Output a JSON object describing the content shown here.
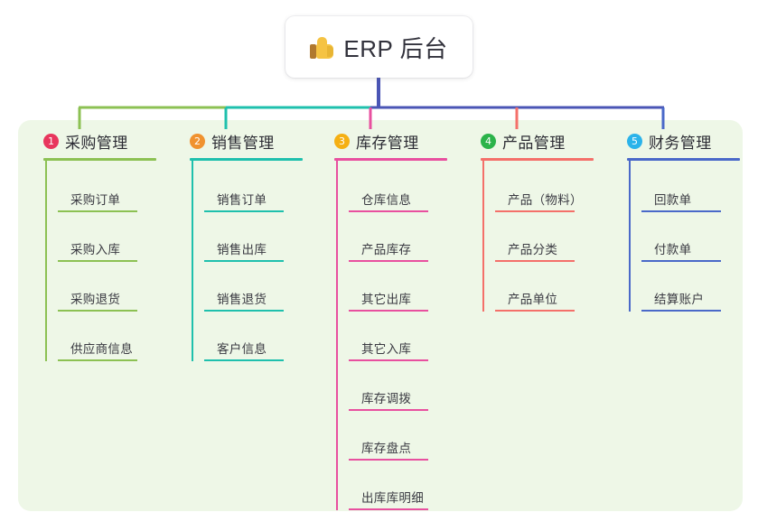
{
  "root": {
    "title": "ERP 后台",
    "icon": "thumbs-up-icon"
  },
  "palette": {
    "panel_bg": "#eef7e7",
    "page_bg": "#ffffff",
    "root_text": "#32323c",
    "leaf_text": "#3a3a42",
    "trunk": "#4a55b5"
  },
  "columns": [
    {
      "number": "1",
      "title": "采购管理",
      "badge_color": "#e8365d",
      "line_color": "#8cc153",
      "items": [
        "采购订单",
        "采购入库",
        "采购退货",
        "供应商信息"
      ]
    },
    {
      "number": "2",
      "title": "销售管理",
      "badge_color": "#f0922f",
      "line_color": "#1fc0ad",
      "items": [
        "销售订单",
        "销售出库",
        "销售退货",
        "客户信息"
      ]
    },
    {
      "number": "3",
      "title": "库存管理",
      "badge_color": "#f5b013",
      "line_color": "#e8509f",
      "items": [
        "仓库信息",
        "产品库存",
        "其它出库",
        "其它入库",
        "库存调拨",
        "库存盘点",
        "出库库明细"
      ]
    },
    {
      "number": "4",
      "title": "产品管理",
      "badge_color": "#2bb34a",
      "line_color": "#f4706a",
      "items": [
        "产品（物料）",
        "产品分类",
        "产品单位"
      ]
    },
    {
      "number": "5",
      "title": "财务管理",
      "badge_color": "#2bb3ea",
      "line_color": "#4a69c9",
      "items": [
        "回款单",
        "付款单",
        "结算账户"
      ]
    }
  ]
}
